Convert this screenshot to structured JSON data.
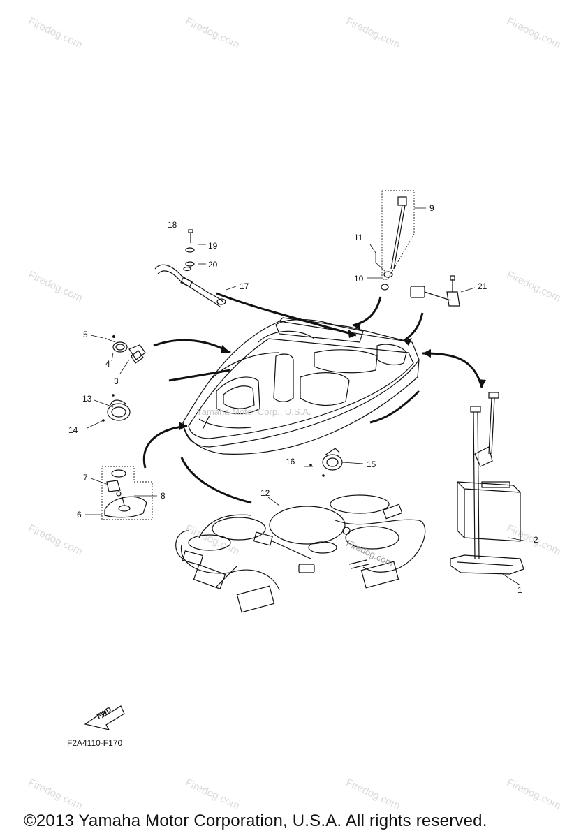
{
  "watermark": "Firedog.com",
  "center_watermark": "Yamaha Motor Corp., U.S.A.",
  "diagram_code": "F2A4110-F170",
  "fwd_label": "FWD",
  "copyright": "©2013 Yamaha Motor Corporation, U.S.A. All rights reserved.",
  "callouts": [
    "1",
    "2",
    "3",
    "4",
    "5",
    "6",
    "7",
    "8",
    "9",
    "10",
    "11",
    "12",
    "13",
    "14",
    "15",
    "16",
    "17",
    "18",
    "19",
    "20",
    "21"
  ]
}
